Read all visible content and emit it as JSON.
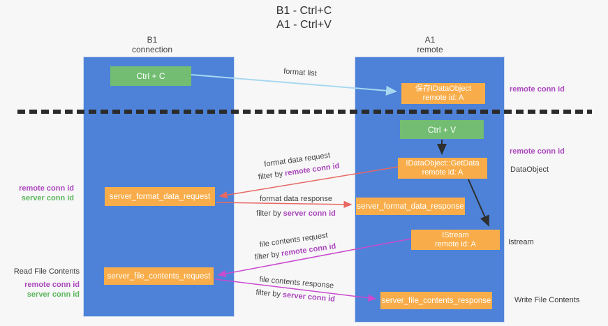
{
  "title": {
    "line1": "B1 - Ctrl+C",
    "line2": "A1 - Ctrl+V"
  },
  "columns": {
    "left": {
      "name": "B1",
      "subtitle": "connection"
    },
    "right": {
      "name": "A1",
      "subtitle": "remote"
    }
  },
  "nodes": {
    "ctrl_c": {
      "label": "Ctrl + C"
    },
    "save_dataobject": {
      "line1": "保存IDataObject",
      "line2": "remote id: A"
    },
    "ctrl_v": {
      "label": "Ctrl + V"
    },
    "getdata": {
      "line1": "IDataObject::GetData",
      "line2": "remote id: A"
    },
    "format_request": {
      "label": "server_format_data_request"
    },
    "format_response": {
      "label": "server_format_data_response"
    },
    "istream": {
      "line1": "IStream",
      "line2": "remote id: A"
    },
    "file_request": {
      "label": "server_file_contents_request"
    },
    "file_response": {
      "label": "server_file_contents_response"
    }
  },
  "arrow_labels": {
    "format_list": "format list",
    "format_data_request": {
      "title": "format data request",
      "filter_prefix": "filter by ",
      "filter_key": "remote conn id"
    },
    "format_data_response": {
      "title": "format data response",
      "filter_prefix": "filter by ",
      "filter_key": "server conn id"
    },
    "file_contents_request": {
      "title": "file contents request",
      "filter_prefix": "filter by ",
      "filter_key": "remote conn id"
    },
    "file_contents_response": {
      "title": "file contents response",
      "filter_prefix": "filter by ",
      "filter_key": "server conn id"
    }
  },
  "side_labels": {
    "right_remote_conn_top": "remote conn id",
    "right_remote_conn_mid": "remote conn id",
    "dataobject": "DataObject",
    "istream": "Istream",
    "write_file_contents": "Write File Contents",
    "left_remote_conn_mid": "remote conn id",
    "left_server_conn_mid": "server conn id",
    "read_file_contents": "Read File Contents",
    "left_remote_conn_bottom": "remote conn id",
    "left_server_conn_bottom": "server conn id"
  },
  "colors": {
    "column_blue": "#4d82d8",
    "box_green": "#72bd72",
    "box_orange": "#f8ad4a",
    "arrow_light_blue": "#a8d8f0",
    "arrow_red": "#e86863",
    "arrow_magenta": "#cb4bce",
    "arrow_black": "#2f2f2f",
    "conn_id_purple": "#ab47bc",
    "conn_id_green": "#5db75d"
  }
}
